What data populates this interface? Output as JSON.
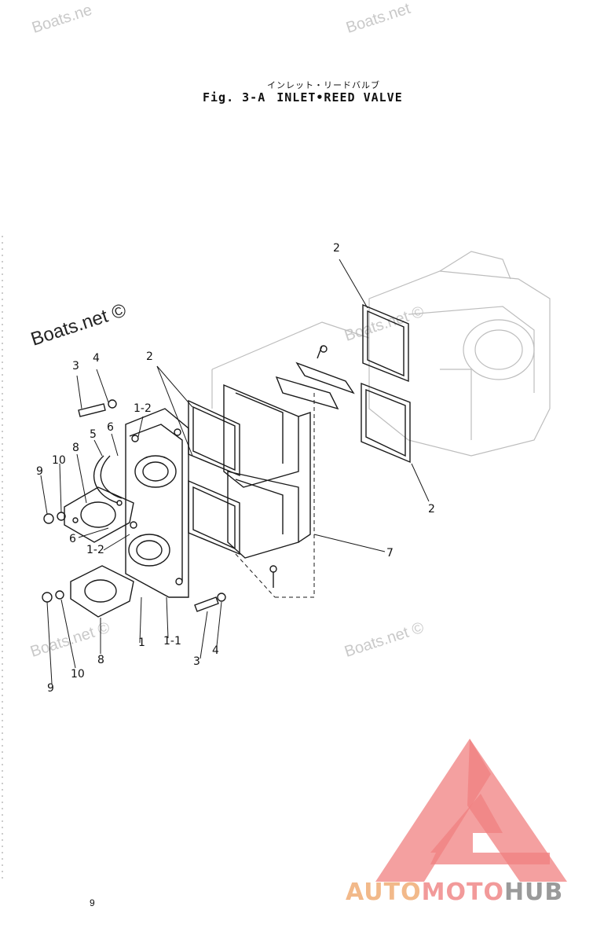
{
  "title": {
    "japanese": "インレット・リードバルブ",
    "fig": "Fig. 3-A",
    "name": "INLET•REED VALVE"
  },
  "watermarks": {
    "text": "Boats.net ©",
    "faint_a": "Boats.net",
    "faint_b": "Boats.ne"
  },
  "callouts": {
    "c2_top": "2",
    "c2_left": "2",
    "c2_right": "2",
    "c3_top": "3",
    "c4_top": "4",
    "c12_top": "1-2",
    "c5": "5",
    "c6_top": "6",
    "c8_top": "8",
    "c10_top": "10",
    "c9_top": "9",
    "c6_bottom": "6",
    "c12_bottom": "1-2",
    "c7": "7",
    "c11": "1-1",
    "c1": "1",
    "c3_bottom": "3",
    "c4_bottom": "4",
    "c8_bottom": "8",
    "c10_bottom": "10",
    "c9_bottom": "9"
  },
  "page_number": "9",
  "logo": {
    "auto": "AUTO",
    "moto": "MOTO",
    "hub": "HUB",
    "colors": {
      "triangle": "#f08080",
      "auto": "#f2b98a",
      "moto": "#f29a9a",
      "hub": "#9a9a9a"
    }
  }
}
